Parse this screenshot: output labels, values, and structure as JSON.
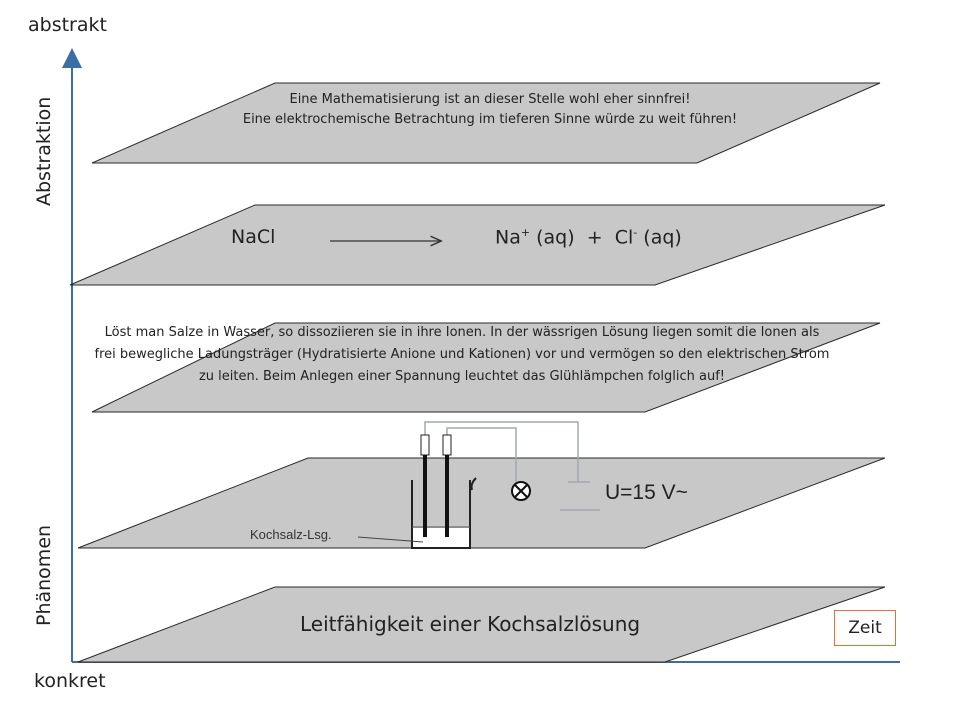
{
  "axis": {
    "top_label": "abstrakt",
    "bottom_label": "konkret",
    "upper_vertical": "Abstraktion",
    "lower_vertical": "Phänomen"
  },
  "levels": {
    "math_note_line1": "Eine Mathematisierung ist an dieser Stelle wohl eher sinnfrei!",
    "math_note_line2": "Eine elektrochemische Betrachtung im tieferen Sinne würde zu weit führen!",
    "equation": {
      "reactant": "NaCl",
      "na": "Na",
      "na_charge": "+",
      "na_state": " (aq)  +  ",
      "cl": "Cl",
      "cl_charge": "-",
      "cl_state": " (aq)"
    },
    "explanation": "Löst man Salze in Wasser, so dissoziieren sie in ihre Ionen. In der wässrigen Lösung liegen somit die Ionen als frei bewegliche Ladungsträger (Hydratisierte Anione und Kationen) vor und vermögen so den elektrischen Strom zu leiten. Beim Anlegen einer Spannung leuchtet das Glühlämpchen folglich auf!",
    "apparatus": {
      "voltage": "U=15 V~",
      "solution_label": "Kochsalz-Lsg."
    },
    "bottom_title": "Leitfähigkeit einer Kochsalzlösung"
  },
  "time_box": "Zeit",
  "colors": {
    "plane_fill": "#c8c8c8",
    "plane_stroke": "#2a2a2a",
    "time_border": "#e07040",
    "wire": "#a0a8b0"
  }
}
